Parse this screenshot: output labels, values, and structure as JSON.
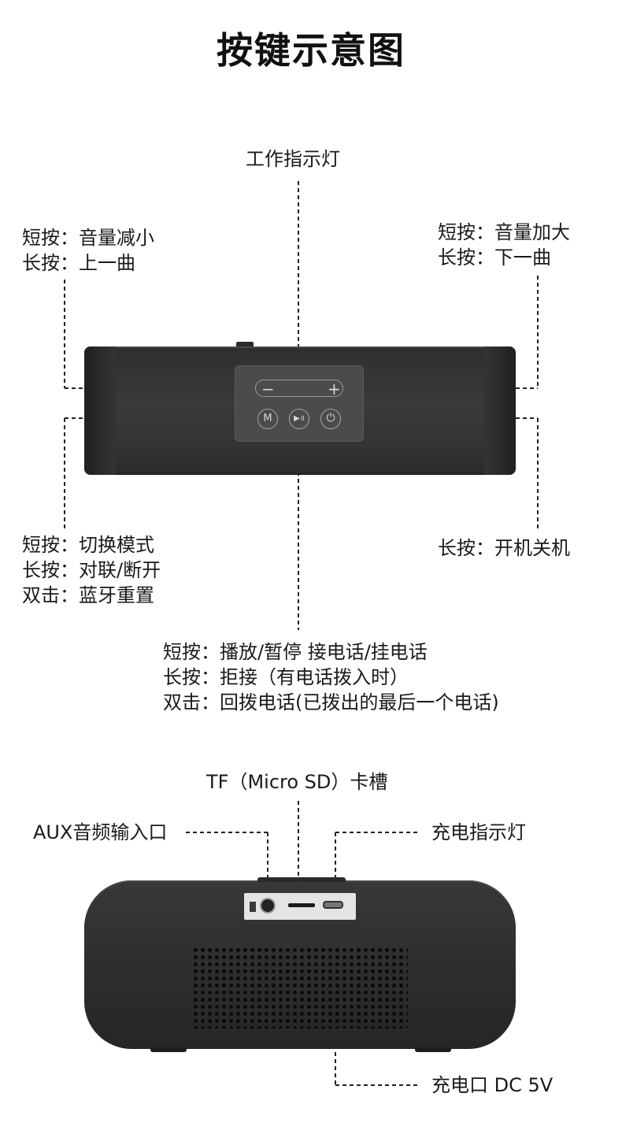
{
  "title": "按键示意图",
  "top_diagram": {
    "indicator_label": "工作指示灯",
    "minus_button": {
      "lines": [
        "短按：音量减小",
        "长按：上一曲"
      ],
      "symbol": "−"
    },
    "plus_button": {
      "lines": [
        "短按：音量加大",
        "长按：下一曲"
      ],
      "symbol": "+"
    },
    "mode_button": {
      "lines": [
        "短按：切换模式",
        "长按：对联/断开",
        "双击：蓝牙重置"
      ],
      "symbol": "M"
    },
    "power_button": {
      "lines": [
        "长按：开机关机"
      ],
      "symbol": "⏻"
    },
    "play_button": {
      "lines": [
        "短按：播放/暂停 接电话/挂电话",
        "长按：拒接（有电话拨入时）",
        "双击：回拨电话(已拨出的最后一个电话)"
      ],
      "symbol": "▶॥"
    }
  },
  "bottom_diagram": {
    "tf_slot_label": "TF（Micro SD）卡槽",
    "aux_label": "AUX音频输入口",
    "charge_indicator_label": "充电指示灯",
    "charge_port_label": "充电口 DC 5V"
  },
  "colors": {
    "speaker_body": "#2e2e2e",
    "panel": "#4b4b4b",
    "leader_line": "#222222"
  }
}
